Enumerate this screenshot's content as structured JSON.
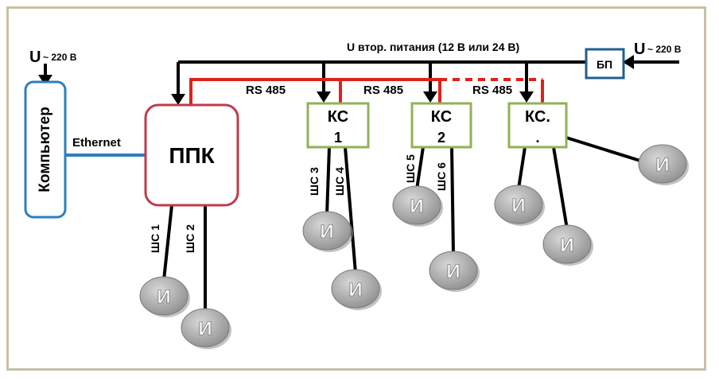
{
  "power_left": {
    "u": "U",
    "sub": "~ 220 В"
  },
  "power_right": {
    "u": "U",
    "sub": "~ 220 В"
  },
  "bus_power_label": "U втор. питания (12 В или 24 В)",
  "bp": "БП",
  "computer": "Компьютер",
  "ethernet": "Ethernet",
  "ppk": "ППК",
  "rs485": [
    "RS 485",
    "RS 485",
    "RS 485"
  ],
  "ks": [
    {
      "line1": "КС",
      "line2": "1"
    },
    {
      "line1": "КС",
      "line2": "2"
    },
    {
      "line1": "КС.",
      "line2": "."
    }
  ],
  "loops": [
    "ШС 1",
    "ШС 2",
    "ШС 3",
    "ШС 4",
    "ШС 5",
    "ШС 6"
  ],
  "detector": "И",
  "colors": {
    "frame": "#c7c0a6",
    "rs485_line": "#e0201b",
    "ethernet_line": "#2e7fbf",
    "computer_border": "#2e7fbf",
    "ppk_border": "#c03a4a",
    "ks_border": "#8fb25a",
    "bp_border": "#1f5f8f",
    "detector_fill": "#b7b7b7"
  }
}
